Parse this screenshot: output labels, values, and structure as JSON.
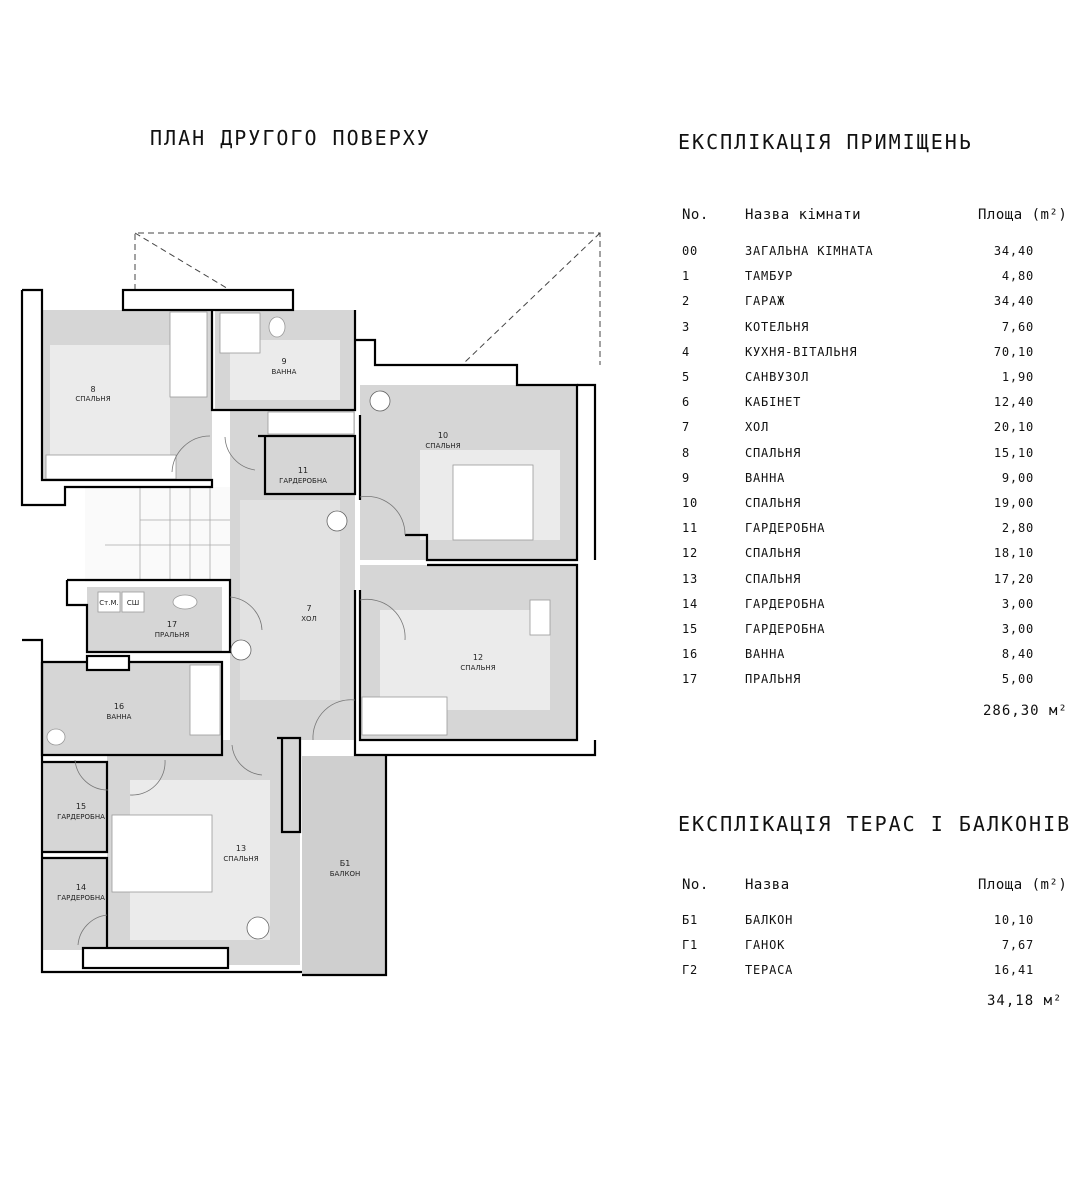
{
  "plan": {
    "title": "ПЛАН ДРУГОГО ПОВЕРХУ",
    "rooms": {
      "r8": {
        "no": "8",
        "name": "СПАЛЬНЯ"
      },
      "r9": {
        "no": "9",
        "name": "ВАННА"
      },
      "r10": {
        "no": "10",
        "name": "СПАЛЬНЯ"
      },
      "r11": {
        "no": "11",
        "name": "ГАРДЕРОБНА"
      },
      "r7": {
        "no": "7",
        "name": "ХОЛ"
      },
      "r12": {
        "no": "12",
        "name": "СПАЛЬНЯ"
      },
      "r17": {
        "no": "17",
        "name": "ПРАЛЬНЯ"
      },
      "r16": {
        "no": "16",
        "name": "ВАННА"
      },
      "r15": {
        "no": "15",
        "name": "ГАРДЕРОБНА"
      },
      "r14": {
        "no": "14",
        "name": "ГАРДЕРОБНА"
      },
      "r13": {
        "no": "13",
        "name": "СПАЛЬНЯ"
      },
      "b1": {
        "no": "Б1",
        "name": "БАЛКОН"
      }
    },
    "appliances": {
      "washer": "Ст.М.",
      "dryer": "СШ"
    }
  },
  "rooms_table": {
    "title": "ЕКСПЛІКАЦІЯ ПРИМІЩЕНЬ",
    "headers": {
      "no": "No.",
      "name": "Назва кімнати",
      "area": "Площа (m²)"
    },
    "rows": [
      {
        "no": "00",
        "name": "ЗАГАЛЬНА КІМНАТА",
        "area": "34,40"
      },
      {
        "no": "1",
        "name": "ТАМБУР",
        "area": "4,80"
      },
      {
        "no": "2",
        "name": "ГАРАЖ",
        "area": "34,40"
      },
      {
        "no": "3",
        "name": "КОТЕЛЬНЯ",
        "area": "7,60"
      },
      {
        "no": "4",
        "name": "КУХНЯ-ВІТАЛЬНЯ",
        "area": "70,10"
      },
      {
        "no": "5",
        "name": "САНВУЗОЛ",
        "area": "1,90"
      },
      {
        "no": "6",
        "name": "КАБІНЕТ",
        "area": "12,40"
      },
      {
        "no": "7",
        "name": "ХОЛ",
        "area": "20,10"
      },
      {
        "no": "8",
        "name": "СПАЛЬНЯ",
        "area": "15,10"
      },
      {
        "no": "9",
        "name": "ВАННА",
        "area": "9,00"
      },
      {
        "no": "10",
        "name": "СПАЛЬНЯ",
        "area": "19,00"
      },
      {
        "no": "11",
        "name": "ГАРДЕРОБНА",
        "area": "2,80"
      },
      {
        "no": "12",
        "name": "СПАЛЬНЯ",
        "area": "18,10"
      },
      {
        "no": "13",
        "name": "СПАЛЬНЯ",
        "area": "17,20"
      },
      {
        "no": "14",
        "name": "ГАРДЕРОБНА",
        "area": "3,00"
      },
      {
        "no": "15",
        "name": "ГАРДЕРОБНА",
        "area": "3,00"
      },
      {
        "no": "16",
        "name": "ВАННА",
        "area": "8,40"
      },
      {
        "no": "17",
        "name": "ПРАЛЬНЯ",
        "area": "5,00"
      }
    ],
    "total": "286,30 м²"
  },
  "terraces_table": {
    "title": "ЕКСПЛІКАЦІЯ ТЕРАС І БАЛКОНІВ",
    "headers": {
      "no": "No.",
      "name": "Назва",
      "area": "Площа (m²)"
    },
    "rows": [
      {
        "no": "Б1",
        "name": "БАЛКОН",
        "area": "10,10"
      },
      {
        "no": "Г1",
        "name": "ГАНОК",
        "area": "7,67"
      },
      {
        "no": "Г2",
        "name": "ТЕРАСА",
        "area": "16,41"
      }
    ],
    "total": "34,18 м²"
  }
}
